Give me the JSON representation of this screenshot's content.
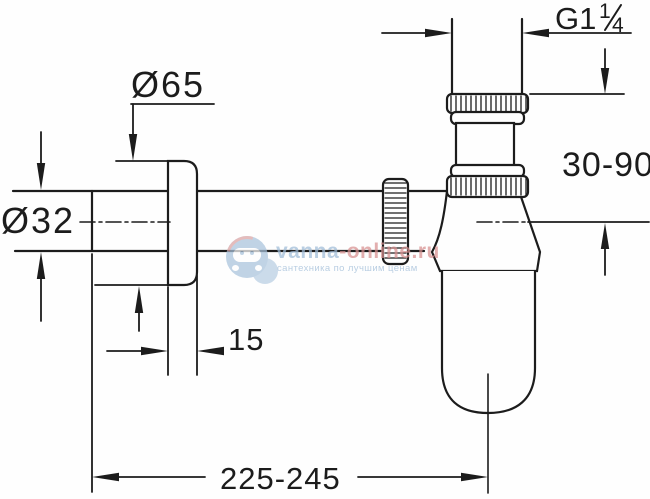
{
  "drawing": {
    "title": "bottle-trap technical drawing",
    "ink_color": "#1c1c1c",
    "dimensions": {
      "flange_diameter": "Ø65",
      "tube_diameter": "Ø32",
      "thread_size_main": "G1",
      "thread_fraction_numerator": "1",
      "thread_fraction_denominator": "4",
      "height_range": "30-90",
      "flange_depth": "15",
      "length_range": "225-245"
    }
  },
  "watermark": {
    "brand_primary": "vanna",
    "brand_secondary": "-online.ru",
    "tagline": "сантехника по лучшим ценам",
    "blue_color": "#9fbcd8",
    "red_color": "#d89090",
    "badge_blue": "#a9c3dc"
  }
}
